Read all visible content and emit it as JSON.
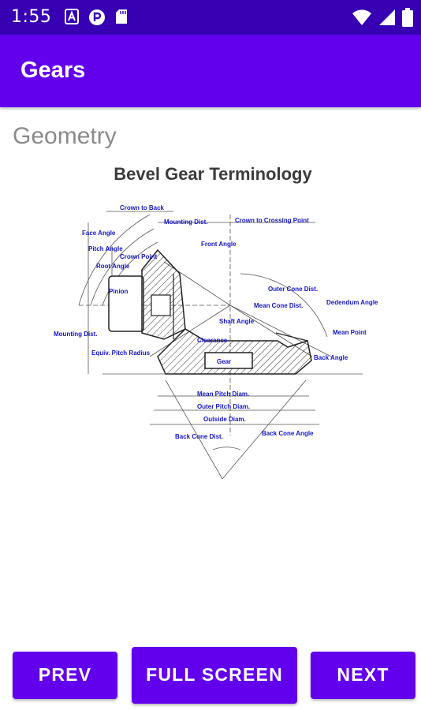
{
  "status_bar": {
    "time": "1:55",
    "left_icons": [
      "text-a-icon",
      "circle-p-icon",
      "sd-card-icon"
    ],
    "right_icons": [
      "wifi-icon",
      "signal-icon",
      "battery-icon"
    ]
  },
  "app_bar": {
    "title": "Gears"
  },
  "section": {
    "title": "Geometry"
  },
  "diagram": {
    "title": "Bevel Gear Terminology",
    "labels": {
      "crown_to_back": "Crown to Back",
      "mounting_dist_top": "Mounting Dist.",
      "crown_to_crossing": "Crown to Crossing Point",
      "face_angle": "Face Angle",
      "pitch_angle": "Pitch Angle",
      "root_angle": "Root Angle",
      "crown_point": "Crown Point",
      "front_angle": "Front Angle",
      "pinion": "Pinion",
      "outer_cone_dist": "Outer Cone Dist.",
      "mean_cone_dist": "Mean Cone Dist.",
      "dedendum_angle": "Dedendum Angle",
      "shaft_angle": "Shaft Angle",
      "mounting_dist_left": "Mounting Dist.",
      "clearance": "Clearance",
      "mean_point": "Mean Point",
      "equiv_pitch_radius": "Equiv. Pitch Radius",
      "gear": "Gear",
      "back_angle": "Back Angle",
      "mean_pitch_diam": "Mean Pitch Diam.",
      "outer_pitch_diam": "Outer Pitch Diam.",
      "outside_diam": "Outside Diam.",
      "back_cone_dist": "Back Cone Dist.",
      "back_cone_angle": "Back Cone Angle"
    }
  },
  "buttons": {
    "prev": "PREV",
    "full_screen": "FULL SCREEN",
    "next": "NEXT"
  },
  "colors": {
    "status_bar": "#3700b3",
    "app_bar": "#6200ee",
    "button": "#6200ee",
    "diagram_label": "#1515c8"
  }
}
